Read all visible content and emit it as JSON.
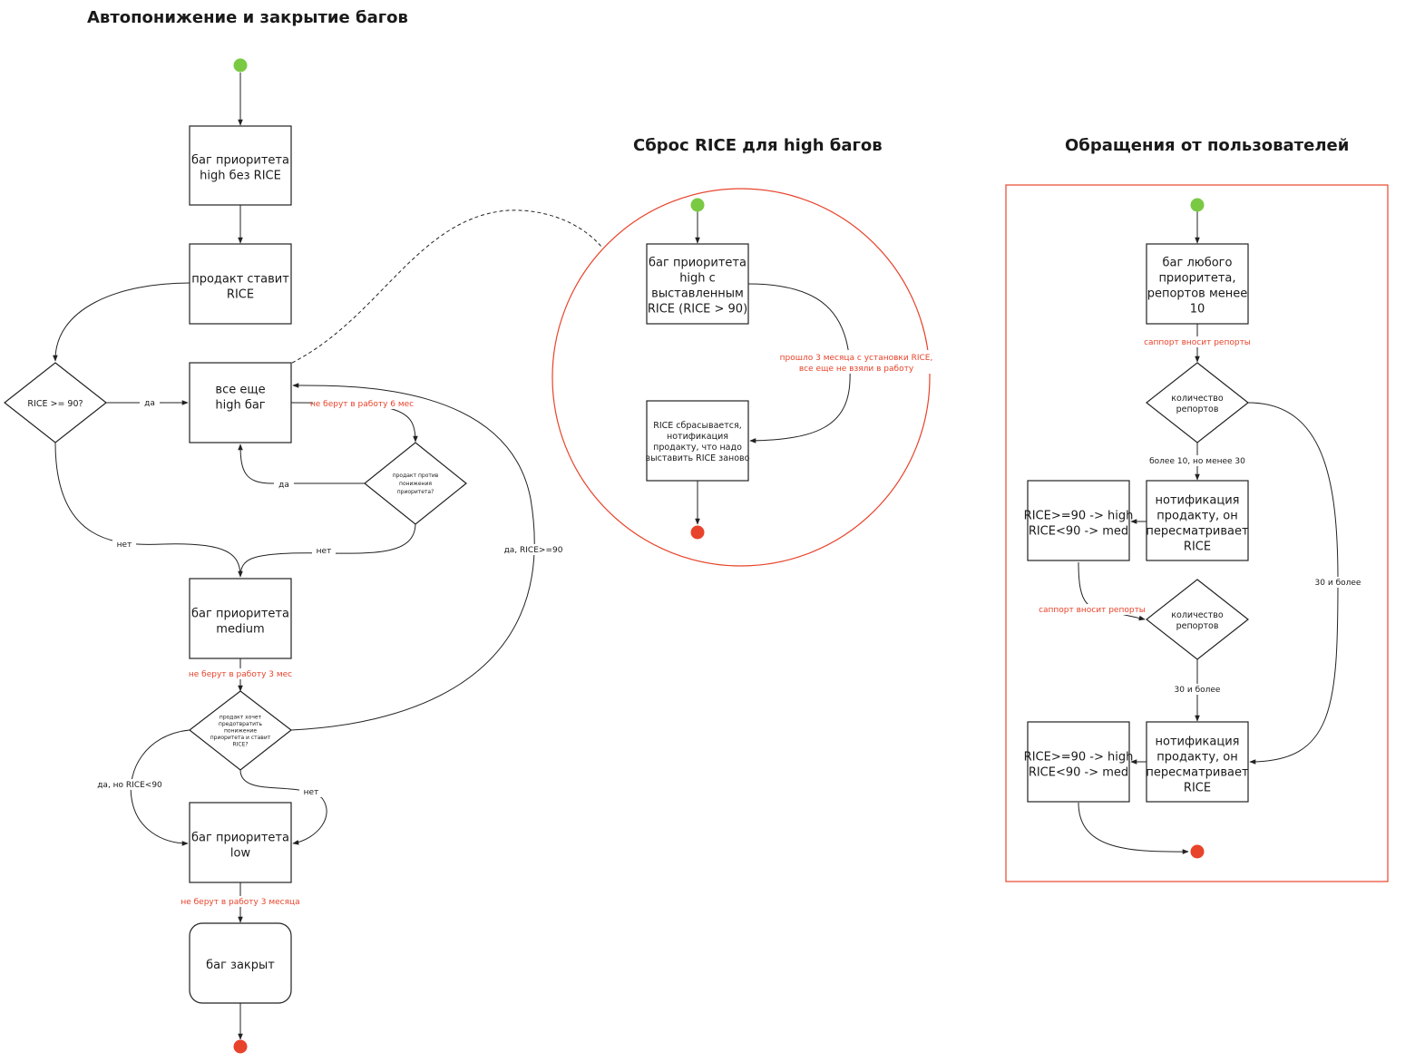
{
  "titles": {
    "auto": "Автопонижение и закрытие багов",
    "reset": "Сброс RICE для high багов",
    "users": "Обращения от пользователей"
  },
  "colors": {
    "start": "#7ac943",
    "end": "#e8432b",
    "accent": "#e8432b",
    "line": "#222222"
  },
  "left": {
    "box_high_no_rice": [
      "баг приоритета",
      "high без RICE"
    ],
    "box_product_rice": [
      "продакт ставит",
      "RICE"
    ],
    "dia_rice_90": [
      "RICE >= 90?"
    ],
    "lbl_yes_1": "да",
    "box_still_high": [
      "все еще",
      "high баг"
    ],
    "lbl_not_taken_6": "не берут в работу 6 мес",
    "dia_product_against": [
      "продакт против",
      "понижения",
      "приоритета?"
    ],
    "lbl_yes_2": "да",
    "lbl_no_1": "нет",
    "lbl_no_2": "нет",
    "lbl_yes_rice90": "да, RICE>=90",
    "box_medium": [
      "баг приоритета",
      "medium"
    ],
    "lbl_not_taken_3": "не берут в работу 3 мес",
    "dia_product_prevent": [
      "продакт хочет",
      "предотвратить",
      "понижение",
      "приоритета и ставит",
      "RICE?"
    ],
    "lbl_yes_lt90": "да, но RICE<90",
    "lbl_no_3": "нет",
    "box_low": [
      "баг приоритета",
      "low"
    ],
    "lbl_not_taken_3m": "не берут в работу 3 месяца",
    "box_closed": [
      "баг закрыт"
    ]
  },
  "mid": {
    "box_high_rice": [
      "баг приоритета",
      "high с",
      "выставленным",
      "RICE (RICE > 90)"
    ],
    "lbl_3_months": [
      "прошло 3 месяца с установки RICE,",
      "все еще не взяли в работу"
    ],
    "box_reset": [
      "RICE сбрасывается,",
      "нотификация",
      "продакту, что надо",
      "выставить RICE заново"
    ]
  },
  "right": {
    "box_any_bug": [
      "баг любого",
      "приоритета,",
      "репортов менее",
      "10"
    ],
    "lbl_support_1": "саппорт вносит репорты",
    "dia_count_1": [
      "количество",
      "репортов"
    ],
    "lbl_10_30": "более 10, но менее 30",
    "box_notify_1": [
      "нотификация",
      "продакту, он",
      "пересматривает",
      "RICE"
    ],
    "box_rice_1": [
      "RICE>=90 -> high",
      "RICE<90 -> med"
    ],
    "lbl_30_more_1": "30 и более",
    "lbl_support_2": "саппорт вносит репорты",
    "dia_count_2": [
      "количество",
      "репортов"
    ],
    "lbl_30_more_2": "30 и более",
    "box_notify_2": [
      "нотификация",
      "продакту, он",
      "пересматривает",
      "RICE"
    ],
    "box_rice_2": [
      "RICE>=90 -> high",
      "RICE<90 -> med"
    ]
  }
}
